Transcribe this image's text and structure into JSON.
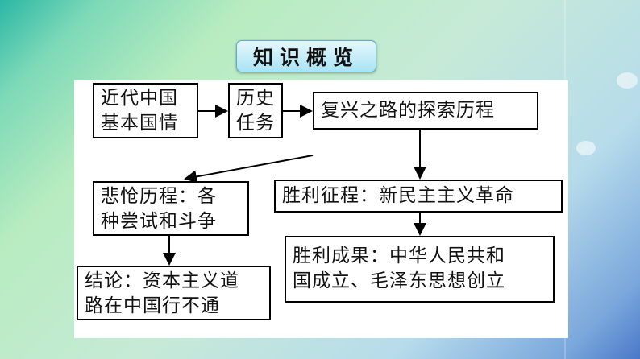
{
  "title": "知识概览",
  "nodes": {
    "situation": [
      "近代中国",
      "基本国情"
    ],
    "task": [
      "历史",
      "任务"
    ],
    "exploration": "复兴之路的探索历程",
    "tragic": [
      "悲怆历程：各",
      "种尝试和斗争"
    ],
    "conclusion": [
      "结论：资本主义道",
      "路在中国行不通"
    ],
    "victory": "胜利征程：新民主主义革命",
    "result": [
      "胜利成果：中华人民共和",
      "国成立、毛泽东思想创立"
    ]
  }
}
